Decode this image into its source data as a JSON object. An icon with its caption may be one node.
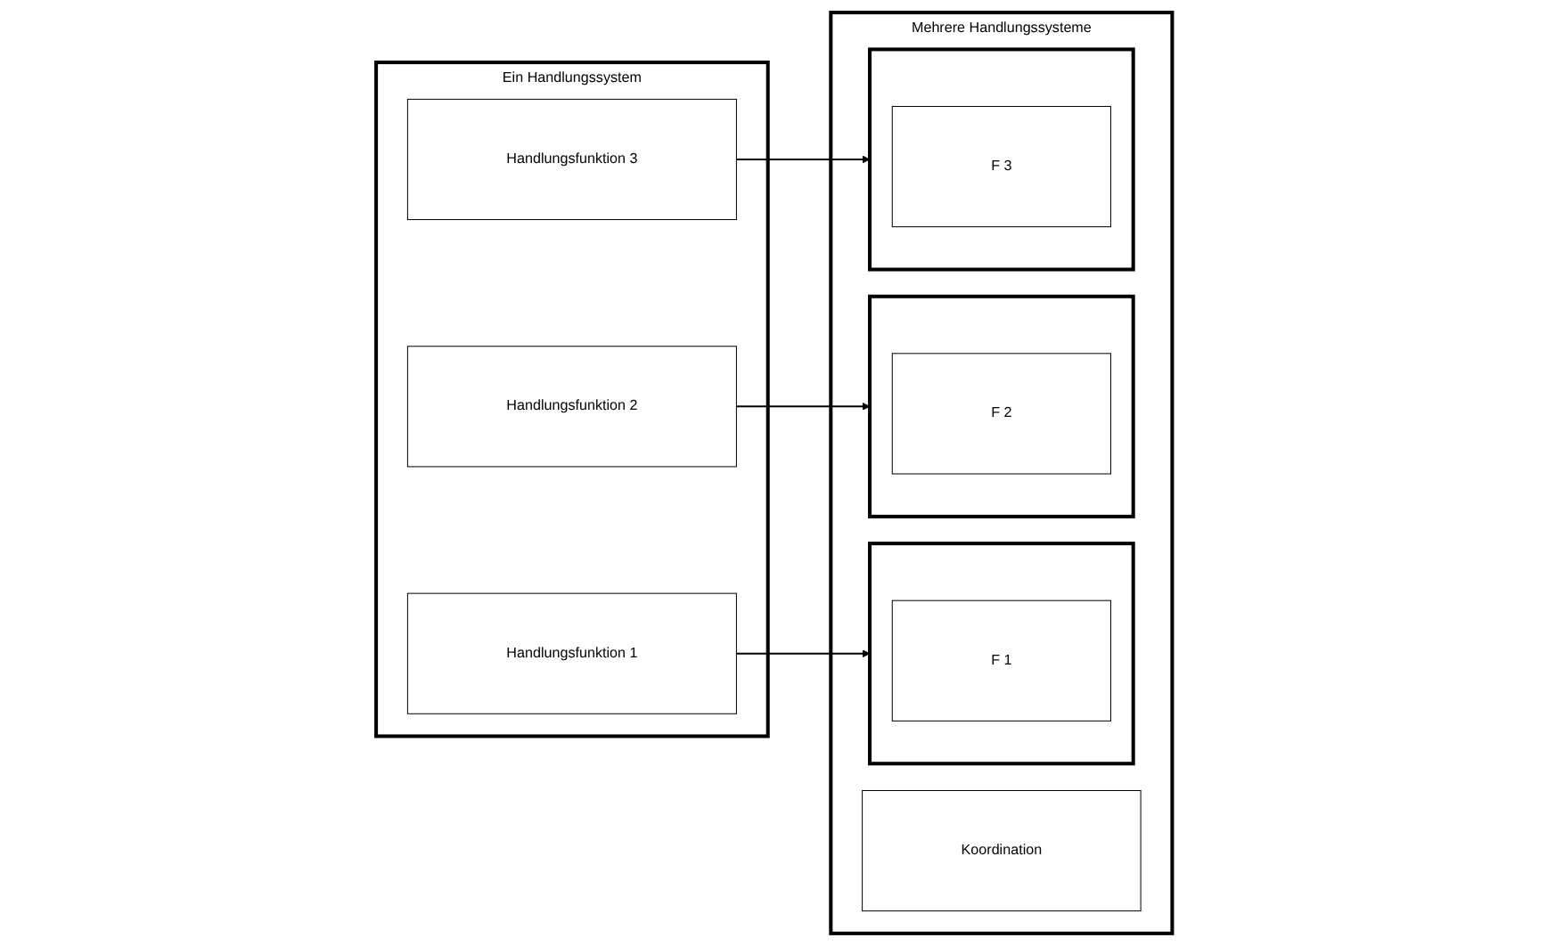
{
  "diagram": {
    "nodes": [
      {
        "text": [
          "Ein Handlungssystem"
        ]
      },
      {
        "text": [
          "Handlungsfunktion 3"
        ],
        "in": 0
      },
      {
        "text": [
          "Handlungsfunktion 2"
        ],
        "in": 0
      },
      {
        "text": [
          "Handlungsfunktion 1"
        ],
        "in": 0
      },
      {
        "text": [
          "Mehrere Handlungssysteme"
        ]
      },
      {
        "text": [
          "Koordination"
        ],
        "in": 4
      },
      {
        "text": [],
        "shape": "box",
        "in": 4
      },
      {
        "text": [
          "F 3"
        ],
        "in": 6
      },
      {
        "text": [],
        "shape": "box",
        "in": 4
      },
      {
        "text": [
          "F 2"
        ],
        "in": 8
      },
      {
        "text": [],
        "shape": "box",
        "in": 4
      },
      {
        "text": [
          "F 1"
        ],
        "in": 10
      }
    ],
    "edges": [
      {
        "from": 1,
        "to": 6,
        "arrow": "to"
      },
      {
        "from": 2,
        "to": 8,
        "arrow": "to"
      },
      {
        "from": 3,
        "to": 10,
        "arrow": "to"
      }
    ]
  }
}
